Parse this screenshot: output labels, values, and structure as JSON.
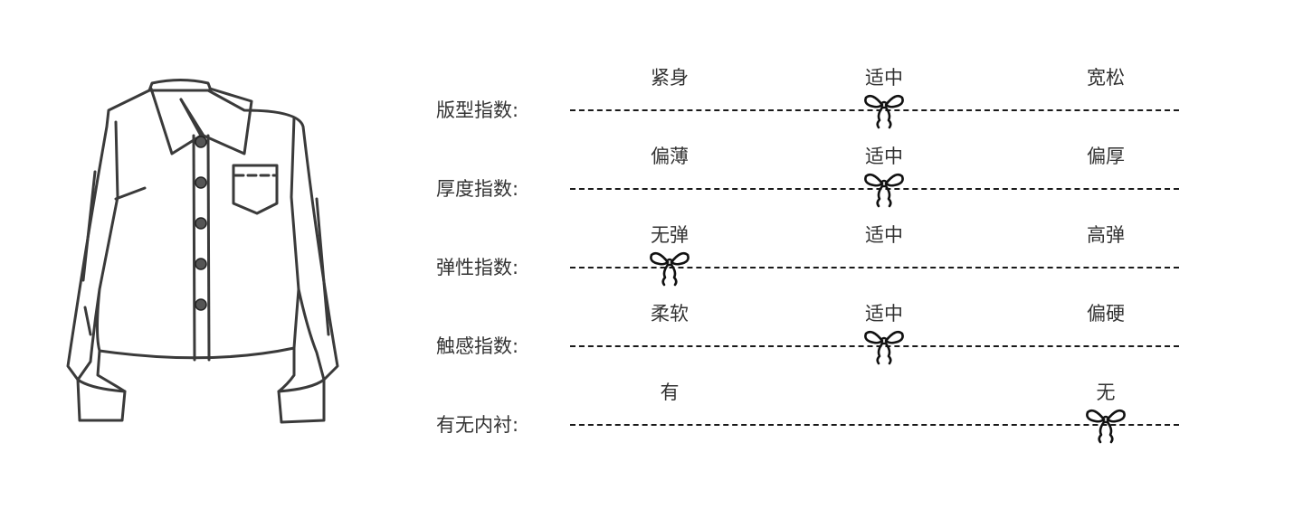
{
  "rows": [
    {
      "label": "版型指数:",
      "options": [
        "紧身",
        "适中",
        "宽松"
      ],
      "selected": 1
    },
    {
      "label": "厚度指数:",
      "options": [
        "偏薄",
        "适中",
        "偏厚"
      ],
      "selected": 1
    },
    {
      "label": "弹性指数:",
      "options": [
        "无弹",
        "适中",
        "高弹"
      ],
      "selected": 0
    },
    {
      "label": "触感指数:",
      "options": [
        "柔软",
        "适中",
        "偏硬"
      ],
      "selected": 1
    },
    {
      "label": "有无内衬:",
      "options": [
        "有",
        "",
        "无"
      ],
      "selected": 2
    }
  ],
  "colors": {
    "line": "#1a1a1a",
    "text": "#333333",
    "bow": "#111111"
  },
  "icons": {
    "marker": "bow-icon",
    "illustration": "shirt-illustration"
  }
}
